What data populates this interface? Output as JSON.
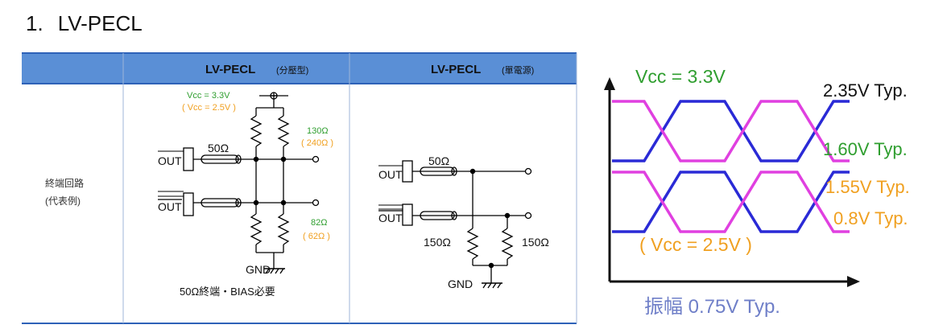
{
  "heading": {
    "number": "1.",
    "title": "LV-PECL"
  },
  "table": {
    "col1_header": "LV-PECL",
    "col1_sub": "(分壓型)",
    "col2_header": "LV-PECL",
    "col2_sub": "(單電源)",
    "row_label_line1": "終端回路",
    "row_label_line2": "(代表例)"
  },
  "circuit_left": {
    "vcc_33": "Vcc = 3.3V",
    "vcc_25": "( Vcc = 2.5V )",
    "r_top_green": "130Ω",
    "r_top_orange": "( 240Ω )",
    "r_bottom_green": "82Ω",
    "r_bottom_orange": "( 62Ω )",
    "out_label": "OUT",
    "outbar_label": "OUT",
    "line_impedance": "50Ω",
    "gnd": "GND",
    "caption": "50Ω終端・BIAS必要"
  },
  "circuit_right": {
    "out_label": "OUT",
    "outbar_label": "OUT",
    "line_impedance": "50Ω",
    "r_left": "150Ω",
    "r_right": "150Ω",
    "gnd": "GND"
  },
  "waveform": {
    "vcc_top": "Vcc = 3.3V",
    "v_high_top": "2.35V Typ.",
    "v_low_top": "1.60V Typ.",
    "v_high_bottom": "1.55V Typ.",
    "v_low_bottom": "0.8V Typ.",
    "vcc_bottom": "( Vcc = 2.5V )",
    "swing": "振幅 0.75V Typ.",
    "colors": {
      "series_a": "#2a2ad6",
      "series_b": "#e040e0",
      "green": "#2f9e2f",
      "orange": "#f0a020",
      "axis": "#111111"
    }
  },
  "colors": {
    "table_header_bg": "#5a8fd6",
    "table_border": "#2e62b8",
    "label_green": "#2f9e2f",
    "label_orange": "#f0a020"
  }
}
